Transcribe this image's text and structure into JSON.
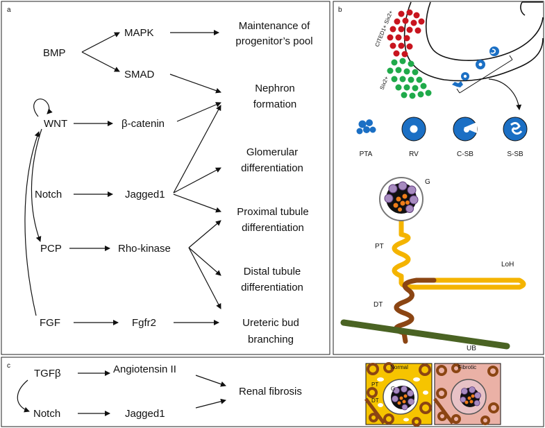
{
  "panel_a": {
    "label": "a",
    "nodes": {
      "bmp": "BMP",
      "mapk": "MAPK",
      "smad": "SMAD",
      "wnt": "WNT",
      "beta_catenin": "β-catenin",
      "notch": "Notch",
      "jagged1": "Jagged1",
      "pcp": "PCP",
      "rho_kinase": "Rho-kinase",
      "fgf": "FGF",
      "fgfr2": "Fgfr2"
    },
    "outcomes": {
      "maintenance_1": "Maintenance of",
      "maintenance_2": "progenitor’s pool",
      "nephron_1": "Nephron",
      "nephron_2": "formation",
      "glomerular_1": "Glomerular",
      "glomerular_2": "differentiation",
      "proximal_1": "Proximal tubule",
      "proximal_2": "differentiation",
      "distal_1": "Distal tubule",
      "distal_2": "differentiation",
      "ureteric_1": "Ureteric bud",
      "ureteric_2": "branching"
    }
  },
  "panel_b": {
    "label": "b",
    "cluster_top": "CITED1+ Six2+",
    "cluster_bottom": "Six2+",
    "stages": [
      "PTA",
      "RV",
      "C-SB",
      "S-SB"
    ],
    "nephron_labels": {
      "g": "G",
      "pt": "PT",
      "loh": "LoH",
      "dt": "DT",
      "ub": "UB"
    },
    "colors": {
      "red": "#c8141e",
      "green": "#1faa4a",
      "blue": "#1b6fc4",
      "yellow": "#f4b400",
      "brown": "#8b4513",
      "ub": "#4a6323"
    }
  },
  "panel_c": {
    "label": "c",
    "nodes": {
      "tgfb": "TGFβ",
      "angiotensin": "Angiotensin II",
      "notch": "Notch",
      "jagged1": "Jagged1",
      "fibrosis": "Renal fibrosis"
    },
    "tissue": {
      "normal": "Normal",
      "fibrotic": "Fibrotic",
      "g": "G",
      "pt": "PT",
      "dt": "DT"
    }
  }
}
